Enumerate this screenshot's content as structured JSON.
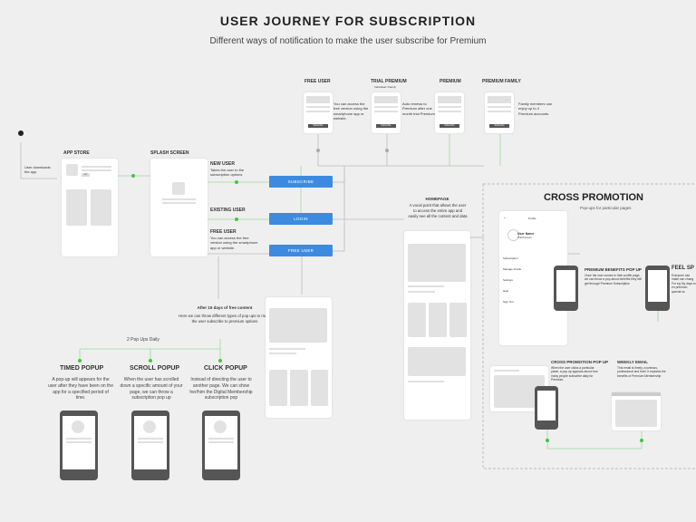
{
  "header": {
    "title": "USER JOURNEY FOR SUBSCRIPTION",
    "subtitle": "Different ways of notification to make the user subscribe for Premium"
  },
  "plans": [
    {
      "label": "FREE USER",
      "sub": "",
      "desc": "You can access the free version using the smartphone app or website.",
      "button": "Subscribe"
    },
    {
      "label": "TRIAL PREMIUM",
      "sub": "Individual / Family",
      "desc": "Auto renews to Premium after one month trial Premium",
      "button": "Subscribe"
    },
    {
      "label": "PREMIUM",
      "sub": "",
      "desc": "",
      "button": "Subscribe"
    },
    {
      "label": "PREMIUM FAMILY",
      "sub": "",
      "desc": "Family members can enjoy up to 4 Premium accounts.",
      "button": "Subscribe"
    }
  ],
  "start": {
    "note": "User downloads the app"
  },
  "app_store": {
    "label": "APP STORE",
    "get": "GET"
  },
  "splash": {
    "label": "SPLASH SCREEN"
  },
  "branches": {
    "new_user": {
      "label": "NEW USER",
      "desc": "Takes the user to the subscription options",
      "button": "SUBSCRIBE"
    },
    "existing_user": {
      "label": "EXISTING USER",
      "button": "LOGIN"
    },
    "free_user": {
      "label": "FREE USER",
      "desc": "You can access the free version using the smartphone app or website.",
      "button": "FREE USER"
    }
  },
  "homepage": {
    "label": "HOMEPAGE",
    "desc": "A vocal point that allows the user to access the entire app and easily see all the content and data"
  },
  "free_content": {
    "label": "After 15 days of free content",
    "desc": "Here we can throw different types of pop ups to make the user subscribe to premium options",
    "daily": "2 Pop Ups Daily"
  },
  "popups": [
    {
      "label": "TIMED POPUP",
      "desc": "A pop-up will appears for the user after they have been on the app for a specified period of time."
    },
    {
      "label": "SCROLL POPUP",
      "desc": "When the user has scrolled down a specific amount of your page, we can throw a subscription pop up"
    },
    {
      "label": "CLICK POPUP",
      "desc": "Instead of directing the user to another page. We can show her/him the Digital Membership subscription pop"
    }
  ],
  "cross": {
    "title": "CROSS PROMOTION",
    "subtitle": "Pop-ups for particular pages",
    "profile": {
      "header": "Profile",
      "name": "User Name",
      "plan": "Trial Premium",
      "menu": [
        "Subscription",
        "Manage Profile",
        "Settings",
        "Help",
        "Sign Out"
      ]
    },
    "benefits": {
      "label": "PREMIUM BENEFITS POP UP",
      "desc": "Once the user comes to their profile page, we can throw a pop about benefits they will get through Premium Subscription"
    },
    "feel": {
      "label": "FEEL SP",
      "desc": "Everyone can make can chang For eg: By days to en premium special us"
    },
    "cross_popup": {
      "label": "CROSS PROMOTION POP UP",
      "desc": "When the user clicks a particular panel, a pop up appears about how many people subscribe daily for Premium."
    },
    "weekly": {
      "label": "WEEKLY EMAIL",
      "desc": "This email is timely, courteous, professional and brief. It explains the benefits of Premium Membership"
    }
  },
  "colors": {
    "accent": "#3d8be0",
    "connector_green": "#3ec93e",
    "phone_dark": "#555555"
  }
}
